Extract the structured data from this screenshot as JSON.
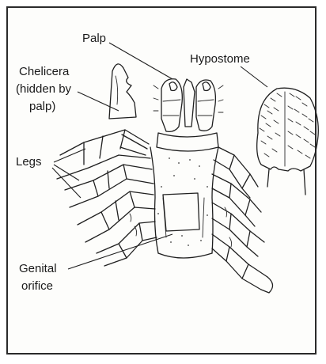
{
  "labels": {
    "palp": "Palp",
    "hypostome": "Hypostome",
    "chelicera_line1": "Chelicera",
    "chelicera_line2": "(hidden by",
    "chelicera_line3": "palp)",
    "legs": "Legs",
    "genital_line1": "Genital",
    "genital_line2": "orifice"
  },
  "colors": {
    "ink": "#1f1f1f",
    "paper": "#fdfdfb",
    "frame": "#2a2a2a"
  }
}
